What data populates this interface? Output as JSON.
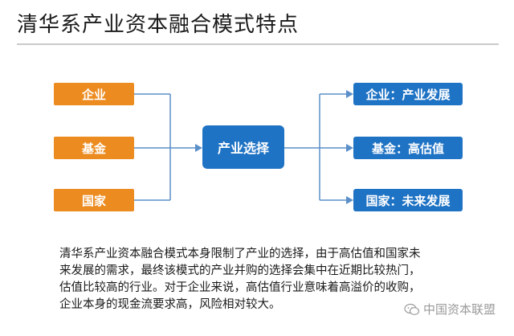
{
  "title": "清华系产业资本融合模式特点",
  "left_boxes": [
    {
      "label": "企业"
    },
    {
      "label": "基金"
    },
    {
      "label": "国家"
    }
  ],
  "center_box": {
    "label": "产业选择"
  },
  "right_boxes": [
    {
      "label": "企业：产业发展"
    },
    {
      "label": "基金：高估值"
    },
    {
      "label": "国家：未来发展"
    }
  ],
  "paragraph": [
    "清华系产业资本融合模式本身限制了产业的选择，由于高估值和国家未",
    "来发展的需求，最终该模式的产业并购的选择会集中在近期比较热门，",
    "估值比较高的行业。对于企业来说，高估值行业意味着高溢价的收购，",
    "企业本身的现金流要求高，风险相对较大。"
  ],
  "watermark": {
    "text": "中国资本联盟",
    "icon": "wechat-icon"
  },
  "colors": {
    "orange": "#ec8b1f",
    "blue": "#1f73c4",
    "line": "#5b8fc9"
  }
}
